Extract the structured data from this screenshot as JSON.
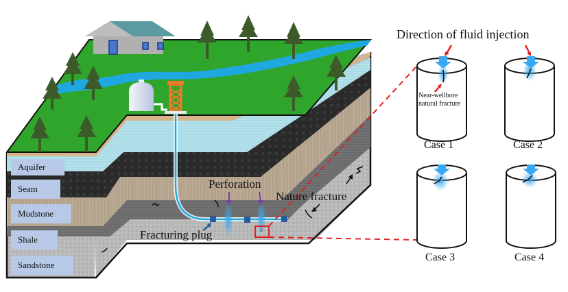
{
  "diagram": {
    "labels": {
      "direction": "Direction of fluid injection",
      "near_wellbore_line1": "Near-wellbore",
      "near_wellbore_line2": "natural fracture",
      "perforation": "Perforation",
      "nature_fracture": "Nature fracture",
      "fracturing_plug": "Fracturing plug"
    },
    "layers": [
      {
        "name": "Aquifer",
        "color": "#a9dbe6"
      },
      {
        "name": "Seam",
        "color": "#2b2b2b"
      },
      {
        "name": "Mudstone",
        "color": "#b3a28c"
      },
      {
        "name": "Shale",
        "color": "#6d6d6d"
      },
      {
        "name": "Sandstone",
        "color": "#b4b4b4"
      }
    ],
    "cases": [
      {
        "label": "Case 1",
        "fracture": "vertical, annotated"
      },
      {
        "label": "Case 2",
        "fracture": "angled"
      },
      {
        "label": "Case 3",
        "fracture": "angled"
      },
      {
        "label": "Case 4",
        "fracture": "angled"
      }
    ],
    "colors": {
      "grass": "#2fa52b",
      "river": "#1fa8e0",
      "tree": "#3d5a2a",
      "derrick": "#f07a2a",
      "highlight": "#e02020",
      "fluid": "#3aa8f0",
      "plug": "#2b5a9a",
      "perforation_arrow": "#7a3fb0",
      "layer_label_bg": "#b7c9e6"
    }
  }
}
